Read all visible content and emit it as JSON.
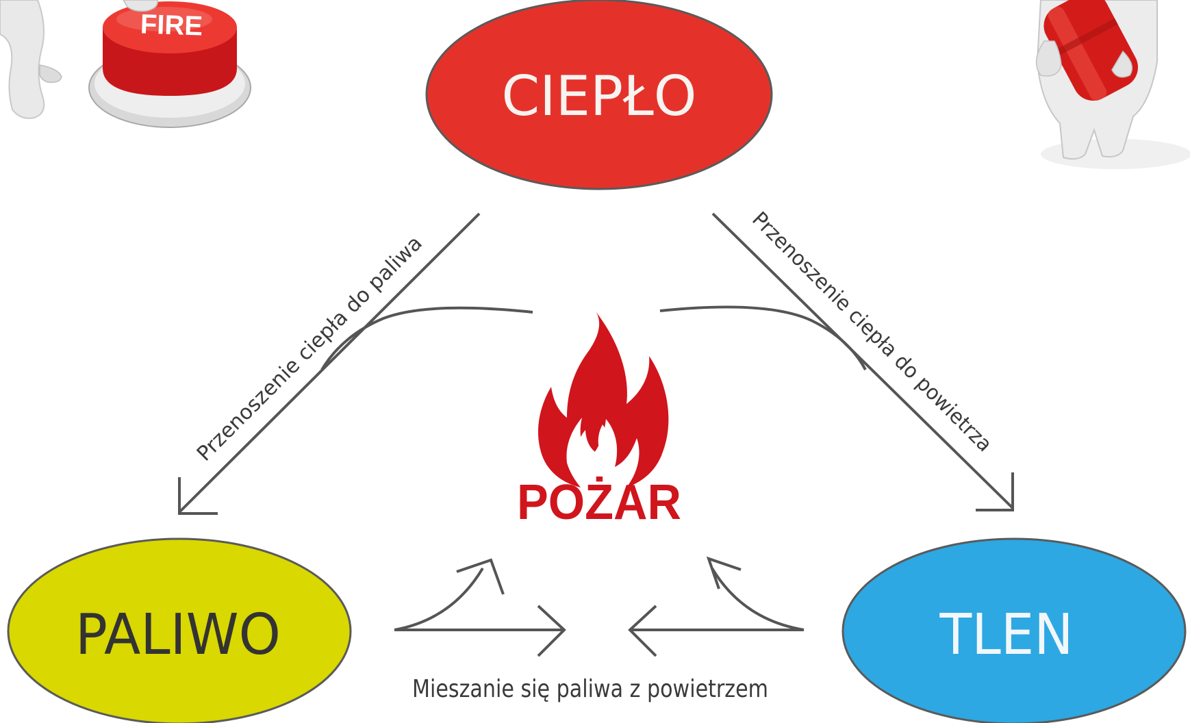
{
  "nodes": {
    "heat": {
      "label": "CIEPŁO",
      "fill": "#e4322b",
      "text_color": "#f7f3f0"
    },
    "fuel": {
      "label": "PALIWO",
      "fill": "#d9d800",
      "text_color": "#333333"
    },
    "oxygen": {
      "label": "TLEN",
      "fill": "#2da8e3",
      "text_color": "#f2f7fb"
    }
  },
  "center": {
    "label": "POŻAR",
    "color": "#d0151c"
  },
  "edges": {
    "heat_to_fuel": "Przenoszenie ciepła do paliwa",
    "heat_to_oxygen": "Przenoszenie ciepła do powietrza",
    "fuel_oxygen_mixing": "Mieszanie się paliwa z powietrzem"
  },
  "decorations": {
    "fire_button": {
      "label": "FIRE",
      "icon": "fire-alarm-button-icon",
      "color": "#e42520"
    },
    "extinguisher": {
      "icon": "fire-extinguisher-figure-icon",
      "color": "#d4201b"
    }
  },
  "colors": {
    "arrow": "#555555",
    "node_stroke": "#5a5a5a"
  }
}
